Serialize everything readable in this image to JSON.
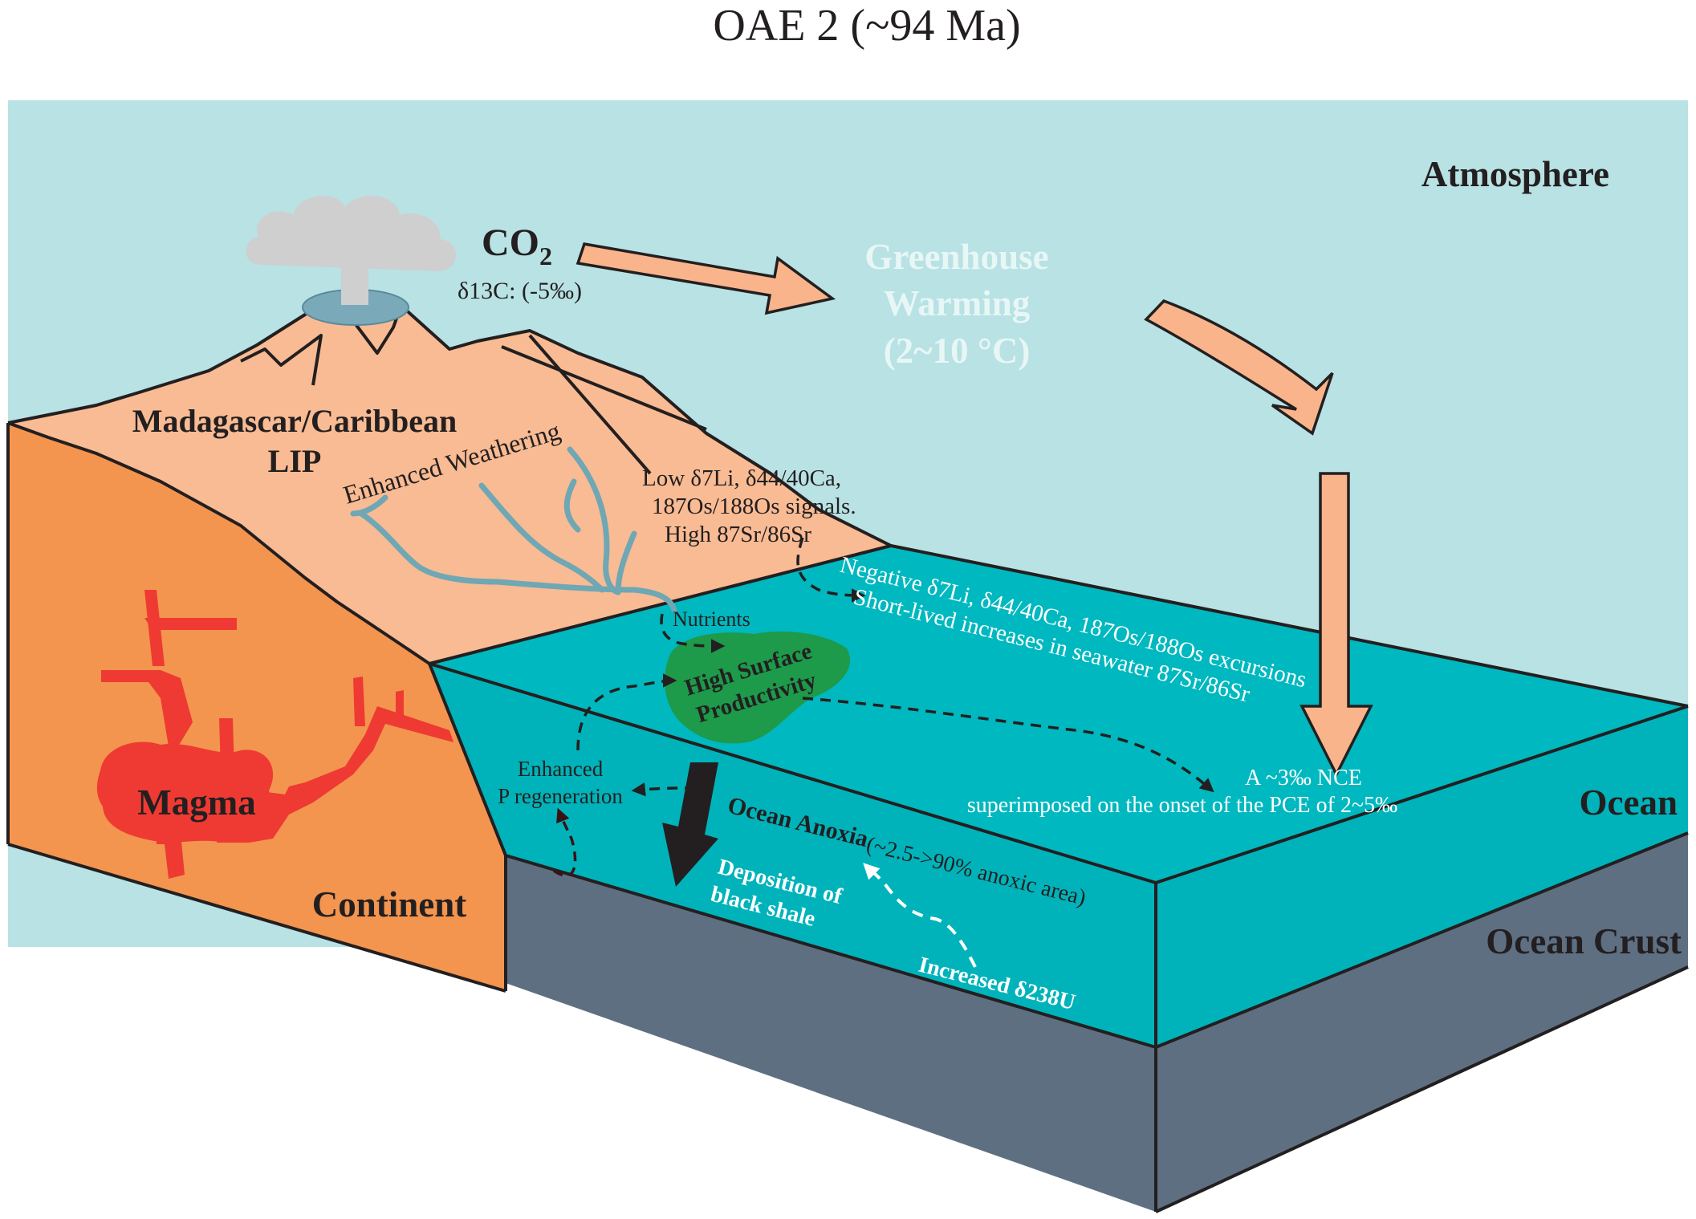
{
  "title": "OAE 2 (~94 Ma)",
  "labels": {
    "atmosphere": "Atmosphere",
    "co2": "CO",
    "co2_sub": "2",
    "co2_isotope": "δ13C: (-5‰)",
    "greenhouse_line1": "Greenhouse",
    "greenhouse_line2": "Warming",
    "greenhouse_line3": "(2~10 °C)",
    "lip_line1": "Madagascar/Caribbean",
    "lip_line2": "LIP",
    "enhanced_weathering": "Enhanced Weathering",
    "signals_line1": "Low δ7Li, δ44/40Ca,",
    "signals_line2": "187Os/188Os signals.",
    "signals_line3": "High 87Sr/86Sr",
    "negative_line1": "Negative δ7Li, δ44/40Ca, 187Os/188Os excursions",
    "negative_line2": "Short-lived increases in seawater 87Sr/86Sr",
    "nutrients": "Nutrients",
    "productivity_line1": "High Surface",
    "productivity_line2": "Productivity",
    "p_regen_line1": "Enhanced",
    "p_regen_line2": "P regeneration",
    "ocean_anoxia": "Ocean Anoxia",
    "anoxic_area": "(~2.5->90% anoxic area)",
    "black_shale_line1": "Deposition of",
    "black_shale_line2": "black shale",
    "uranium": "Increased δ238U",
    "nce_line1": "A ~3‰ NCE",
    "nce_line2": "superimposed on the onset of the PCE of 2~5‰",
    "magma": "Magma",
    "continent": "Continent",
    "ocean": "Ocean",
    "ocean_crust": "Ocean Crust"
  },
  "colors": {
    "atmosphere": "#b8e2e4",
    "ocean_surface": "#00b8bf",
    "ocean_front": "#00b3ba",
    "crust": "#5f6f82",
    "continent_top": "#f8bb93",
    "continent_side": "#f3954f",
    "magma": "#ee3a33",
    "productivity": "#1d9a4a",
    "river": "#6fa7b4",
    "crater": "#7aa9ba",
    "cloud": "#cfcfcf",
    "arrow_fill": "#f9b48b"
  }
}
